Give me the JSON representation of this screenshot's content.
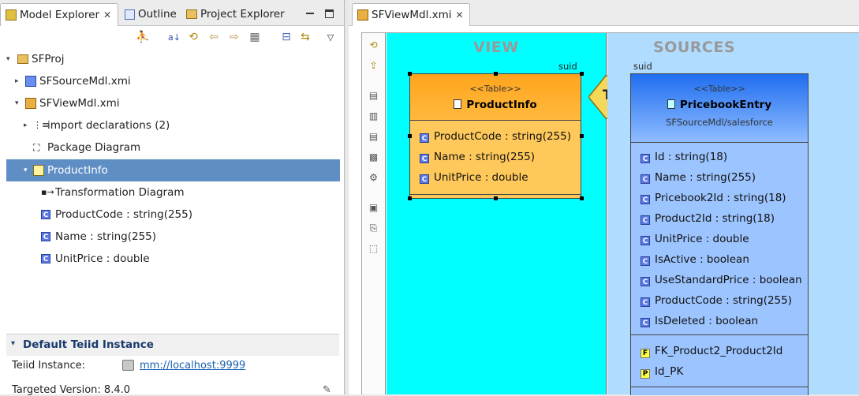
{
  "left_panel": {
    "tabs": [
      {
        "label": "Model Explorer",
        "active": true
      },
      {
        "label": "Outline",
        "active": false
      },
      {
        "label": "Project Explorer",
        "active": false
      }
    ],
    "tree": {
      "project": "SFProj",
      "source_model": "SFSourceMdl.xmi",
      "view_model": "SFViewMdl.xmi",
      "import_declarations": "import declarations (2)",
      "package_diagram": "Package Diagram",
      "table": "ProductInfo",
      "transformation_diagram": "Transformation Diagram",
      "columns": [
        "ProductCode : string(255)",
        "Name : string(255)",
        "UnitPrice : double"
      ]
    },
    "teiid": {
      "section_title": "Default Teiid Instance",
      "instance_label": "Teiid Instance:",
      "instance_link": "mm://localhost:9999",
      "version_label": "Targeted Version: 8.4.0"
    }
  },
  "editor": {
    "tab_label": "SFViewMdl.xmi",
    "view_title": "VIEW",
    "sources_title": "SOURCES",
    "view_table": {
      "stereotype": "<<Table>>",
      "name": "ProductInfo",
      "corner_label": "suid",
      "attributes": [
        "ProductCode : string(255)",
        "Name : string(255)",
        "UnitPrice : double"
      ]
    },
    "transform_badge": "T",
    "source_table": {
      "stereotype": "<<Table>>",
      "name": "PricebookEntry",
      "path": "SFSourceMdl/salesforce",
      "corner_label": "suid",
      "attributes": [
        "Id : string(18)",
        "Name : string(255)",
        "Pricebook2Id : string(18)",
        "Product2Id : string(18)",
        "UnitPrice : double",
        "IsActive : boolean",
        "UseStandardPrice : boolean",
        "ProductCode : string(255)",
        "IsDeleted : boolean"
      ],
      "keys": [
        {
          "badge": "F",
          "label": "FK_Product2_Product2Id"
        },
        {
          "badge": "P",
          "label": "Id_PK"
        }
      ]
    }
  },
  "colors": {
    "selection": "#5f8ec4",
    "view_bg": "#00ffff",
    "sources_bg": "#b0dcff",
    "view_table": "#ffc85a",
    "source_table": "#9cc4ff",
    "accent_link": "#1a5fb4"
  }
}
